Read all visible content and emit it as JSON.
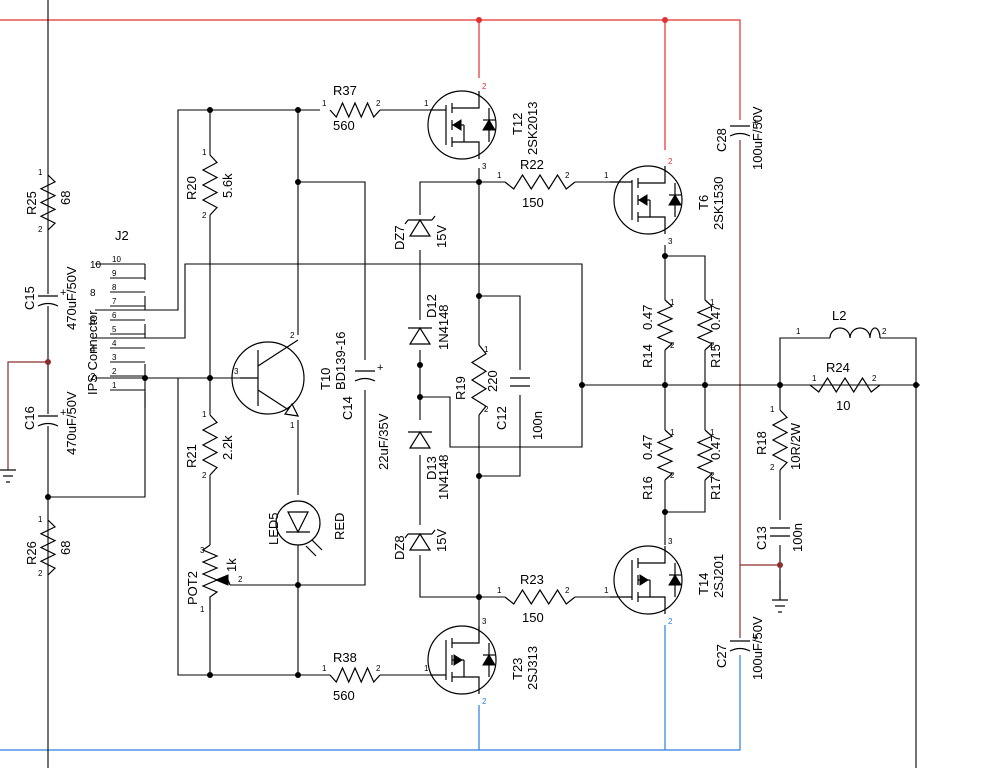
{
  "colors": {
    "rail_pos": "#e03030",
    "rail_neg": "#2a7fe0",
    "ground": "#8a2f2f"
  },
  "components": {
    "R37": {
      "ref": "R37",
      "value": "560"
    },
    "R38": {
      "ref": "R38",
      "value": "560"
    },
    "R20": {
      "ref": "R20",
      "value": "5.6k"
    },
    "R21": {
      "ref": "R21",
      "value": "2.2k"
    },
    "R22": {
      "ref": "R22",
      "value": "150"
    },
    "R23": {
      "ref": "R23",
      "value": "150"
    },
    "R25": {
      "ref": "R25",
      "value": "68"
    },
    "R26": {
      "ref": "R26",
      "value": "68"
    },
    "R19": {
      "ref": "R19",
      "value": "220"
    },
    "R14": {
      "ref": "R14",
      "value": "0.47"
    },
    "R15": {
      "ref": "R15",
      "value": "0.47"
    },
    "R16": {
      "ref": "R16",
      "value": "0.47"
    },
    "R17": {
      "ref": "R17",
      "value": "0.47"
    },
    "R18": {
      "ref": "R18",
      "value": "10R/2W"
    },
    "R24": {
      "ref": "R24",
      "value": "10"
    },
    "L2": {
      "ref": "L2"
    },
    "C12": {
      "ref": "C12",
      "value": "100n"
    },
    "C13": {
      "ref": "C13",
      "value": "100n"
    },
    "C14": {
      "ref": "C14",
      "value": "22uF/35V"
    },
    "C15": {
      "ref": "C15",
      "value": "470uF/50V"
    },
    "C16": {
      "ref": "C16",
      "value": "470uF/50V"
    },
    "C27": {
      "ref": "C27",
      "value": "100uF/50V"
    },
    "C28": {
      "ref": "C28",
      "value": "100uF/50V"
    },
    "T12": {
      "ref": "T12",
      "value": "2SK2013"
    },
    "T23": {
      "ref": "T23",
      "value": "2SJ313"
    },
    "T6": {
      "ref": "T6",
      "value": "2SK1530"
    },
    "T14": {
      "ref": "T14",
      "value": "2SJ201"
    },
    "T10": {
      "ref": "T10",
      "value": "BD139-16"
    },
    "DZ7": {
      "ref": "DZ7",
      "value": "15V"
    },
    "DZ8": {
      "ref": "DZ8",
      "value": "15V"
    },
    "D12": {
      "ref": "D12",
      "value": "1N4148"
    },
    "D13": {
      "ref": "D13",
      "value": "1N4148"
    },
    "LED5": {
      "ref": "LED5",
      "value": "RED"
    },
    "POT2": {
      "ref": "POT2",
      "value": "1k"
    },
    "J2": {
      "ref": "J2",
      "title": "IPS Connector",
      "pins": [
        "10",
        "9",
        "8",
        "7",
        "6",
        "5",
        "4",
        "3",
        "2",
        "1"
      ]
    }
  },
  "pins": {
    "p1": "1",
    "p2": "2",
    "p3": "3",
    "plus": "+"
  }
}
